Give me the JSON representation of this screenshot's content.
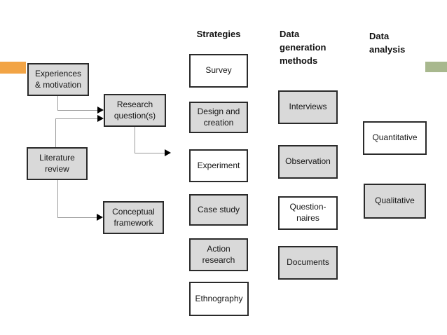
{
  "flow": {
    "experiences": "Experiences\n& motivation",
    "research_questions": "Research\nquestion(s)",
    "literature_review": "Literature\nreview",
    "conceptual_framework": "Conceptual\nframework"
  },
  "columns": {
    "strategies": {
      "header": "Strategies",
      "items": [
        "Survey",
        "Design and\ncreation",
        "Experiment",
        "Case study",
        "Action\nresearch",
        "Ethnography"
      ]
    },
    "data_generation_methods": {
      "header": "Data\ngeneration\nmethods",
      "items": [
        "Interviews",
        "Observation",
        "Question-\nnaires",
        "Documents"
      ]
    },
    "data_analysis": {
      "header": "Data\nanalysis",
      "items": [
        "Quantitative",
        "Qualitative"
      ]
    }
  },
  "accents": {
    "left_bar_color": "#F2A445",
    "right_bar_color": "#A8B88E"
  },
  "colors": {
    "box_fill_gray": "#D9D9D9",
    "box_fill_white": "#FFFFFF",
    "box_border": "#2A2A2A",
    "connector_line": "#9B9B9B",
    "arrowhead": "#000000"
  }
}
